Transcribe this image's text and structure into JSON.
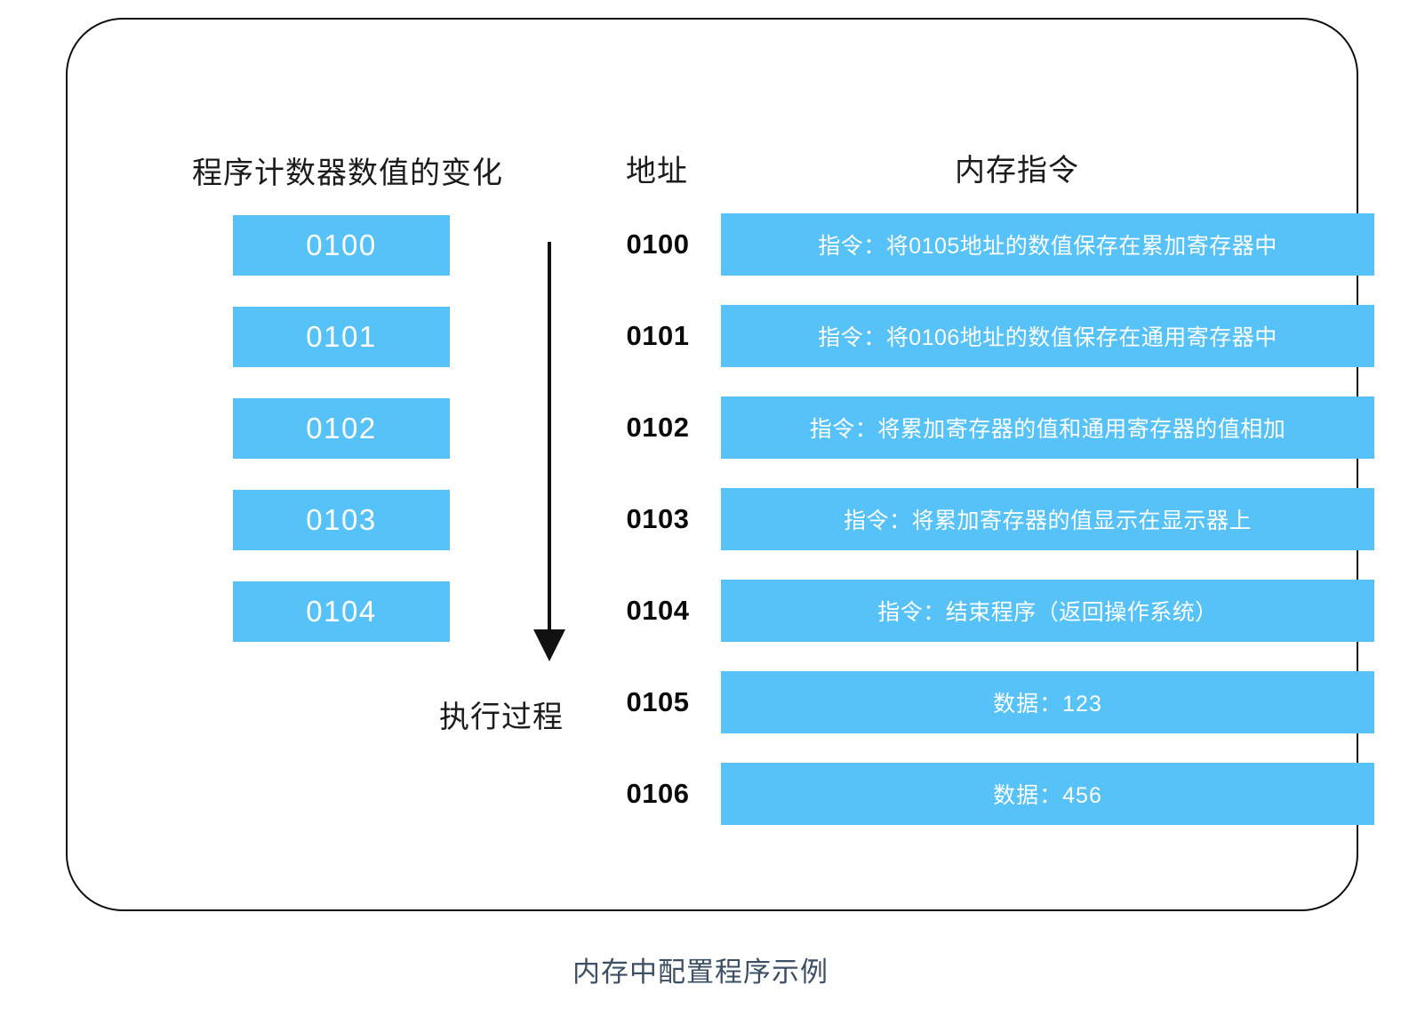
{
  "caption": "内存中配置程序示例",
  "headers": {
    "program_counter": "程序计数器数值的变化",
    "address": "地址",
    "memory_instruction": "内存指令"
  },
  "colors": {
    "cell_blue": "#56C2F7",
    "frame_border": "#0D0D0D",
    "caption_text": "#3D4F63",
    "cell_text": "#FFFFFF"
  },
  "execution_flow": {
    "arrow_label": "执行过程",
    "direction": "down"
  },
  "program_counter_values": [
    {
      "value": "0100"
    },
    {
      "value": "0101"
    },
    {
      "value": "0102"
    },
    {
      "value": "0103"
    },
    {
      "value": "0104"
    }
  ],
  "memory_rows": [
    {
      "address": "0100",
      "content": "指令：将0105地址的数值保存在累加寄存器中",
      "kind": "instruction"
    },
    {
      "address": "0101",
      "content": "指令：将0106地址的数值保存在通用寄存器中",
      "kind": "instruction"
    },
    {
      "address": "0102",
      "content": "指令：将累加寄存器的值和通用寄存器的值相加",
      "kind": "instruction"
    },
    {
      "address": "0103",
      "content": "指令：将累加寄存器的值显示在显示器上",
      "kind": "instruction"
    },
    {
      "address": "0104",
      "content": "指令：结束程序（返回操作系统）",
      "kind": "instruction"
    },
    {
      "address": "0105",
      "content": "数据：123",
      "kind": "data"
    },
    {
      "address": "0106",
      "content": "数据：456",
      "kind": "data"
    }
  ]
}
